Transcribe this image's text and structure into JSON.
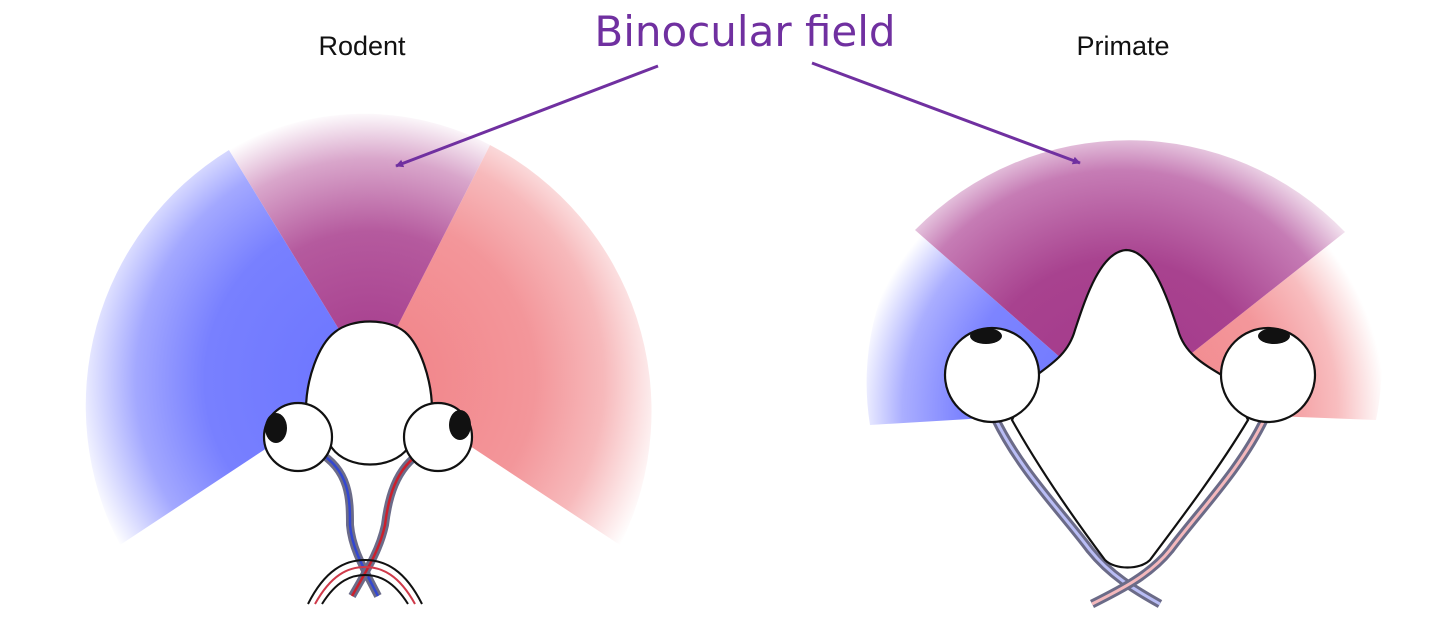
{
  "headline": "Binocular field",
  "panels": {
    "rodent": {
      "title": "Rodent"
    },
    "primate": {
      "title": "Primate"
    }
  },
  "colors": {
    "left_eye_field": "#6b74ff",
    "right_eye_field": "#f38a8e",
    "binocular_field": "#a63d8e",
    "annotation": "#7030a0",
    "outline": "#111111"
  }
}
